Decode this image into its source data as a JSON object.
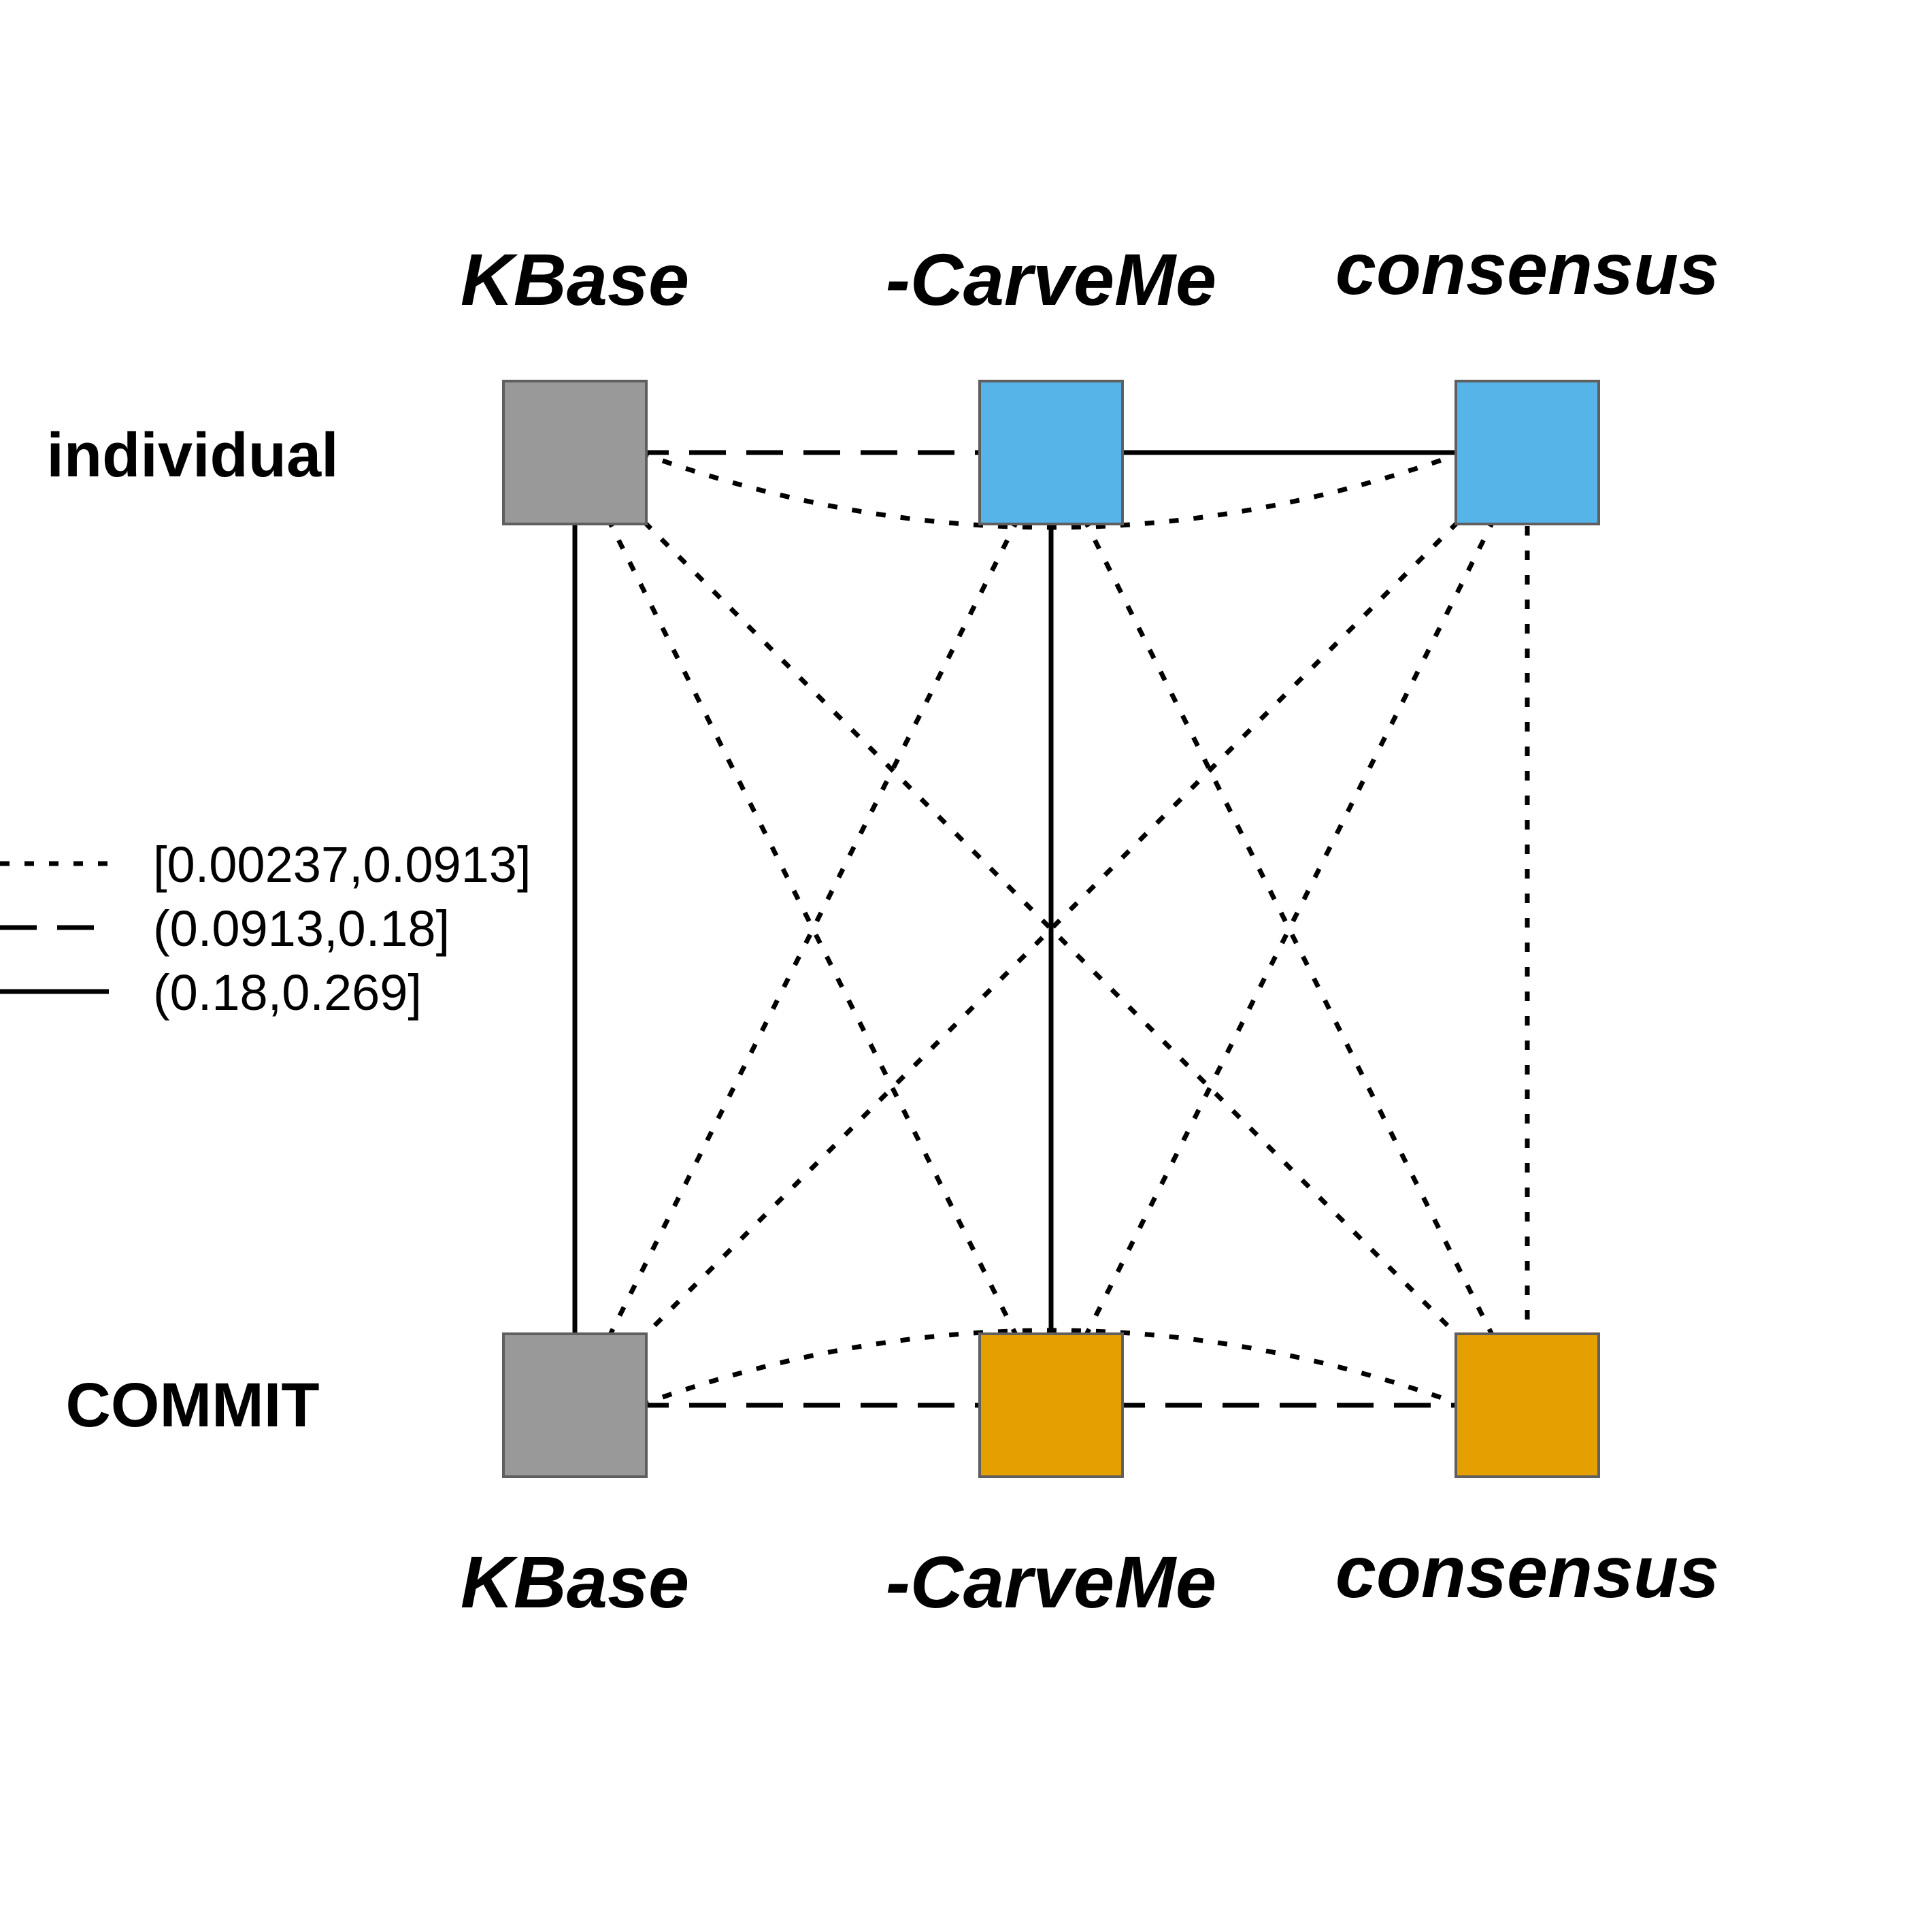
{
  "columns": [
    {
      "id": "kbase",
      "top_label": "KBase",
      "bottom_label": "KBase"
    },
    {
      "id": "carveme",
      "top_label": "-CarveMe",
      "bottom_label": "-CarveMe"
    },
    {
      "id": "consensus",
      "top_label": "consensus",
      "bottom_label": "consensus"
    }
  ],
  "rows": [
    {
      "id": "individual",
      "label": "individual"
    },
    {
      "id": "commit",
      "label": "COMMIT"
    }
  ],
  "nodes": [
    {
      "id": "individual-kbase",
      "row": "individual",
      "col": "kbase",
      "color": "#999999"
    },
    {
      "id": "individual-carveme",
      "row": "individual",
      "col": "carveme",
      "color": "#56b4e9"
    },
    {
      "id": "individual-consensus",
      "row": "individual",
      "col": "consensus",
      "color": "#56b4e9"
    },
    {
      "id": "commit-kbase",
      "row": "commit",
      "col": "kbase",
      "color": "#999999"
    },
    {
      "id": "commit-carveme",
      "row": "commit",
      "col": "carveme",
      "color": "#e69f00"
    },
    {
      "id": "commit-consensus",
      "row": "commit",
      "col": "consensus",
      "color": "#e69f00"
    }
  ],
  "legend": [
    {
      "style": "dotted",
      "label": "[0.00237,0.0913]"
    },
    {
      "style": "dashed",
      "label": "(0.0913,0.18]"
    },
    {
      "style": "solid",
      "label": "(0.18,0.269]"
    }
  ],
  "edges": [
    {
      "from": "individual-kbase",
      "to": "individual-carveme",
      "style": "dashed"
    },
    {
      "from": "individual-carveme",
      "to": "individual-consensus",
      "style": "solid"
    },
    {
      "from": "individual-kbase",
      "to": "individual-consensus",
      "style": "dotted",
      "curved": true
    },
    {
      "from": "individual-kbase",
      "to": "commit-kbase",
      "style": "solid"
    },
    {
      "from": "individual-carveme",
      "to": "commit-carveme",
      "style": "solid"
    },
    {
      "from": "individual-consensus",
      "to": "commit-consensus",
      "style": "dotted"
    },
    {
      "from": "individual-kbase",
      "to": "commit-carveme",
      "style": "dotted"
    },
    {
      "from": "individual-kbase",
      "to": "commit-consensus",
      "style": "dotted"
    },
    {
      "from": "individual-carveme",
      "to": "commit-kbase",
      "style": "dotted"
    },
    {
      "from": "individual-carveme",
      "to": "commit-consensus",
      "style": "dotted"
    },
    {
      "from": "individual-consensus",
      "to": "commit-kbase",
      "style": "dotted"
    },
    {
      "from": "individual-consensus",
      "to": "commit-carveme",
      "style": "dotted"
    },
    {
      "from": "commit-kbase",
      "to": "commit-carveme",
      "style": "dashed"
    },
    {
      "from": "commit-carveme",
      "to": "commit-consensus",
      "style": "dashed"
    },
    {
      "from": "commit-kbase",
      "to": "commit-consensus",
      "style": "dotted",
      "curved": true
    }
  ]
}
